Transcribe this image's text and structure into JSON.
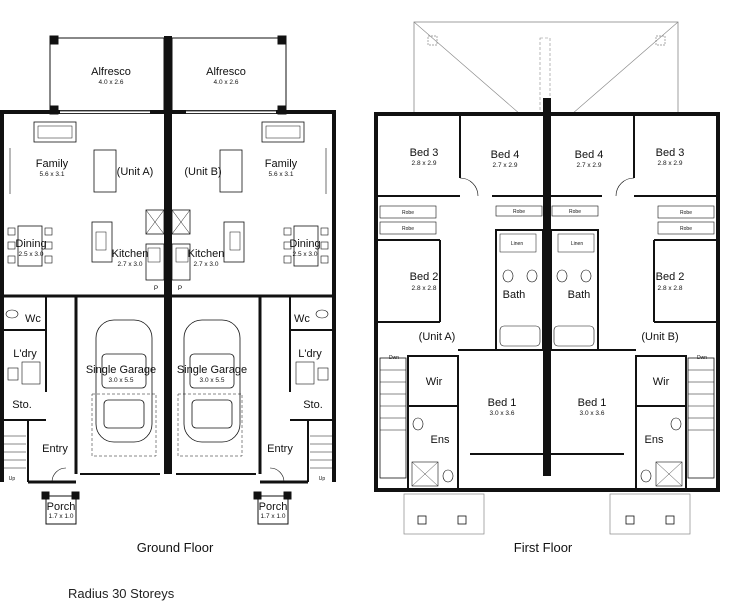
{
  "ground_floor": {
    "title": "Ground Floor",
    "alfresco_a": {
      "name": "Alfresco",
      "size": "4.0 x 2.6"
    },
    "alfresco_b": {
      "name": "Alfresco",
      "size": "4.0 x 2.6"
    },
    "family_a": {
      "name": "Family",
      "size": "5.6 x 3.1"
    },
    "family_b": {
      "name": "Family",
      "size": "5.6 x 3.1"
    },
    "unit_a": "(Unit A)",
    "unit_b": "(Unit B)",
    "dining_a": {
      "name": "Dining",
      "size": "2.5 x 3.0"
    },
    "dining_b": {
      "name": "Dining",
      "size": "2.5 x 3.0"
    },
    "kitchen_a": {
      "name": "Kitchen",
      "size": "2.7 x 3.0"
    },
    "kitchen_b": {
      "name": "Kitchen",
      "size": "2.7 x 3.0"
    },
    "pantry_a": "P",
    "pantry_b": "P",
    "wc_a": "Wc",
    "wc_b": "Wc",
    "ldry_a": "L'dry",
    "ldry_b": "L'dry",
    "garage_a": {
      "name": "Single Garage",
      "size": "3.0 x 5.5"
    },
    "garage_b": {
      "name": "Single Garage",
      "size": "3.0 x 5.5"
    },
    "sto_a": "Sto.",
    "sto_b": "Sto.",
    "entry_a": "Entry",
    "entry_b": "Entry",
    "porch_a": {
      "name": "Porch",
      "size": "1.7 x 1.0"
    },
    "porch_b": {
      "name": "Porch",
      "size": "1.7 x 1.0"
    },
    "up_a": "Up",
    "up_b": "Up"
  },
  "first_floor": {
    "title": "First Floor",
    "bed3_a": {
      "name": "Bed 3",
      "size": "2.8 x 2.9"
    },
    "bed3_b": {
      "name": "Bed 3",
      "size": "2.8 x 2.9"
    },
    "bed4_a": {
      "name": "Bed 4",
      "size": "2.7 x 2.9"
    },
    "bed4_b": {
      "name": "Bed 4",
      "size": "2.7 x 2.9"
    },
    "robe": "Robe",
    "linen": "Linen",
    "bed2_a": {
      "name": "Bed 2",
      "size": "2.8 x 2.8"
    },
    "bed2_b": {
      "name": "Bed 2",
      "size": "2.8 x 2.8"
    },
    "bath_a": "Bath",
    "bath_b": "Bath",
    "unit_a": "(Unit A)",
    "unit_b": "(Unit B)",
    "wir_a": "Wir",
    "wir_b": "Wir",
    "ens_a": "Ens",
    "ens_b": "Ens",
    "bed1_a": {
      "name": "Bed 1",
      "size": "3.0 x 3.6"
    },
    "bed1_b": {
      "name": "Bed 1",
      "size": "3.0 x 3.6"
    },
    "dwn_a": "Dwn",
    "dwn_b": "Dwn"
  },
  "caption": "Radius 30 Storeys"
}
